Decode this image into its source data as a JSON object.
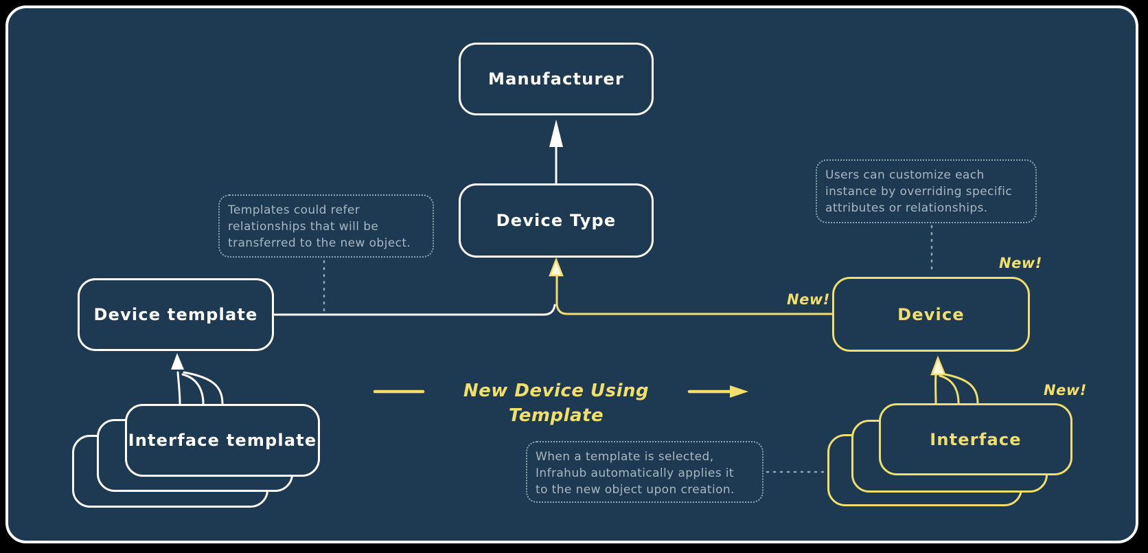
{
  "canvas": {
    "background_outer": "#000000",
    "background": "#1d3a52",
    "stroke_white": "#ffffff",
    "stroke_yellow": "#f2df6b",
    "annotation_color": "#a9b7c1"
  },
  "nodes": {
    "manufacturer": {
      "label": "Manufacturer"
    },
    "device_type": {
      "label": "Device Type"
    },
    "device_template": {
      "label": "Device template"
    },
    "interface_template": {
      "label": "Interface template"
    },
    "device": {
      "label": "Device"
    },
    "interface": {
      "label": "Interface"
    }
  },
  "annotations": {
    "templates_refer": {
      "text": "Templates could refer\nrelationships that will be\ntransferred to the new object."
    },
    "users_customize": {
      "text": "Users can customize each\ninstance by overriding specific\nattributes or relationships."
    },
    "template_selected": {
      "text": "When a template is selected,\nInfrahub automatically applies it\nto the new object upon creation."
    }
  },
  "labels": {
    "flow": "New Device Using Template",
    "new_device_side": "New!",
    "new_device_top": "New!",
    "new_interface": "New!"
  }
}
